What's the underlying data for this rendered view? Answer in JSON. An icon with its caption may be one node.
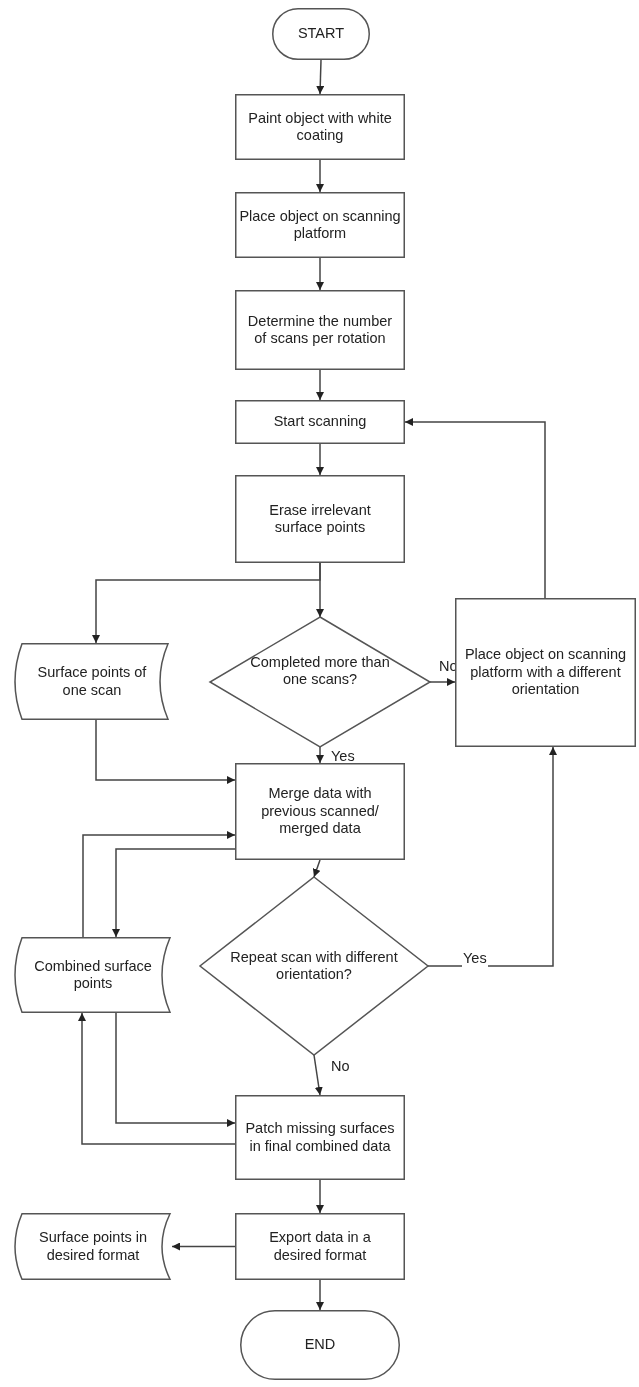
{
  "diagram": {
    "nodes": [
      {
        "text": [
          "START"
        ]
      },
      {
        "text": [
          "Paint object with white coating"
        ]
      },
      {
        "text": [
          "Place object on scanning platform"
        ]
      },
      {
        "text": [
          "Determine the number of scans per rotation"
        ]
      },
      {
        "text": [
          "Start scanning"
        ]
      },
      {
        "text": [
          "Erase irrelevant surface points"
        ]
      },
      {
        "text": [
          "Surface points of one scan"
        ]
      },
      {
        "text": [
          "Completed more than one scans?"
        ]
      },
      {
        "text": [
          "Place object on scanning platform with a different orientation"
        ]
      },
      {
        "text": [
          "Merge data with previous scanned/ merged data"
        ]
      },
      {
        "text": [
          "Combined surface points"
        ]
      },
      {
        "text": [
          "Repeat scan with different orientation?"
        ]
      },
      {
        "text": [
          "Patch missing surfaces in final combined data"
        ]
      },
      {
        "text": [
          "Export data in a desired format"
        ]
      },
      {
        "text": [
          "Surface points in desired format"
        ]
      },
      {
        "text": [
          "END"
        ]
      }
    ],
    "edges": [
      {
        "from": 0,
        "to": 1,
        "arrow": "to"
      },
      {
        "from": 1,
        "to": 2,
        "arrow": "to"
      },
      {
        "from": 2,
        "to": 3,
        "arrow": "to"
      },
      {
        "from": 3,
        "to": 4,
        "arrow": "to"
      },
      {
        "from": 4,
        "to": 5,
        "arrow": "to"
      },
      {
        "from": 5,
        "to": 7,
        "arrow": "to"
      },
      {
        "from": 5,
        "to": 6,
        "arrow": "to"
      },
      {
        "from": 7,
        "to": 8,
        "arrow": "to",
        "label": "No"
      },
      {
        "from": 7,
        "to": 9,
        "arrow": "to",
        "label": "Yes"
      },
      {
        "from": 8,
        "to": 4,
        "arrow": "to"
      },
      {
        "from": 6,
        "to": 9,
        "arrow": "to"
      },
      {
        "from": 9,
        "to": 10,
        "arrow": "to"
      },
      {
        "from": 10,
        "to": 9,
        "arrow": "to"
      },
      {
        "from": 9,
        "to": 11,
        "arrow": "to"
      },
      {
        "from": 11,
        "to": 8,
        "arrow": "to",
        "label": "Yes"
      },
      {
        "from": 11,
        "to": 12,
        "arrow": "to",
        "label": "No"
      },
      {
        "from": 10,
        "to": 12,
        "arrow": "to"
      },
      {
        "from": 12,
        "to": 10,
        "arrow": "to"
      },
      {
        "from": 12,
        "to": 13,
        "arrow": "to"
      },
      {
        "from": 13,
        "to": 14,
        "arrow": "to"
      },
      {
        "from": 13,
        "to": 15,
        "arrow": "to"
      }
    ]
  }
}
